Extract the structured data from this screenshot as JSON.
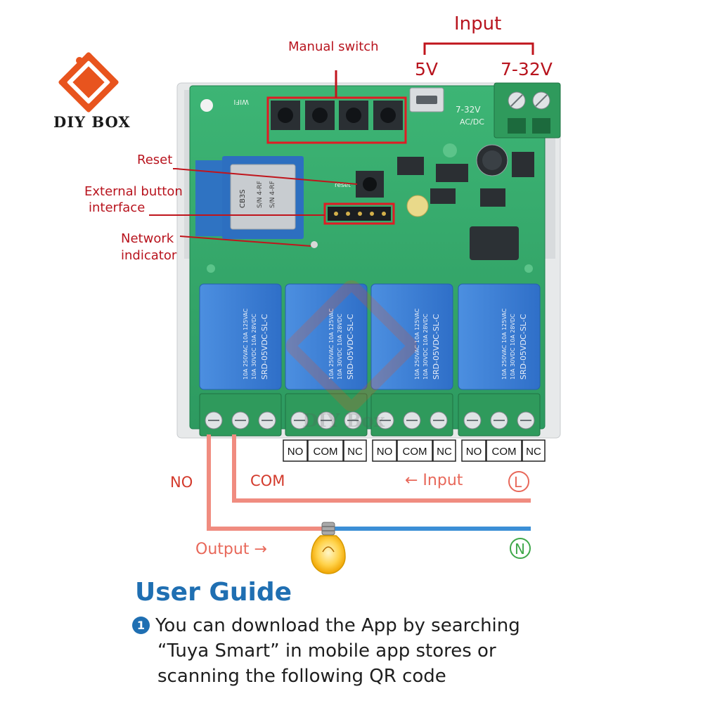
{
  "brand": {
    "name": "DIY BOX"
  },
  "watermark": "DIY Box",
  "labels": {
    "input_heading": "Input",
    "input_5v": "5V",
    "input_range": "7-32V",
    "manual_switch": "Manual switch",
    "reset": "Reset",
    "external_button_1": "External button",
    "external_button_2": "interface",
    "network_1": "Network",
    "network_2": "indicator"
  },
  "board": {
    "module_text": [
      "CB3S",
      "S/N 4-RF",
      "S/N 4-RF"
    ],
    "wifi_text": "WIFI",
    "voltage_text": [
      "7-32V",
      "AC/DC"
    ],
    "relay_text": [
      "SRD-05VDC-SL-C",
      "10A 250VAC 10A 125VAC",
      "10A 30VDC 10A 28VDC"
    ],
    "reset_text": "reset"
  },
  "terminal_labels": [
    "NO",
    "COM",
    "NC",
    "NO",
    "COM",
    "NC",
    "NO",
    "COM",
    "NC"
  ],
  "wiring": {
    "no_label": "NO",
    "com_label": "COM",
    "input_label": "←  Input",
    "output_label": "Output  →",
    "line_symbol": "L",
    "neutral_symbol": "N",
    "colors": {
      "live": "#f08c80",
      "neutral": "#3b8fd6",
      "board": "#36a86a"
    }
  },
  "guide": {
    "title": "User Guide",
    "step_number": "1",
    "step_lines": [
      "You can download the App by searching",
      "“Tuya Smart”  in mobile app stores or",
      "scanning the following QR code"
    ]
  }
}
